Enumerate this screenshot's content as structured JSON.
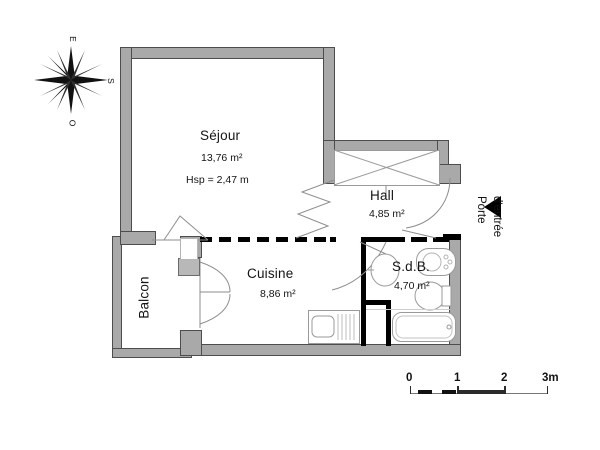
{
  "document": {
    "type": "floor-plan",
    "language": "fr"
  },
  "compass": {
    "name": "compass-rose",
    "labels": {
      "east": "E",
      "south": "S",
      "west": "O"
    }
  },
  "rooms": [
    {
      "id": "sejour",
      "name": "Séjour",
      "area": "13,76 m²",
      "extra": "Hsp = 2,47 m"
    },
    {
      "id": "hall",
      "name": "Hall",
      "area": "4,85 m²",
      "extra": ""
    },
    {
      "id": "cuisine",
      "name": "Cuisine",
      "area": "8,86 m²",
      "extra": ""
    },
    {
      "id": "sdb",
      "name": "S.d.B.",
      "area": "4,70 m²",
      "extra": ""
    },
    {
      "id": "balcon",
      "name": "Balcon",
      "area": "",
      "extra": ""
    }
  ],
  "annotations": {
    "entry_door": "Porte\nd'entrée",
    "entry_door_line1": "Porte",
    "entry_door_line2": "d'entrée"
  },
  "scale_bar": {
    "name": "scale-bar",
    "ticks": [
      "0",
      "1",
      "2",
      "3m"
    ],
    "unit": "m"
  },
  "colors": {
    "wall_fill": "#a9a9a9",
    "wall_stroke": "#4d4d4d",
    "partition": "#000000",
    "furniture_stroke": "#8e8e8e",
    "background": "#ffffff",
    "text": "#141414"
  }
}
